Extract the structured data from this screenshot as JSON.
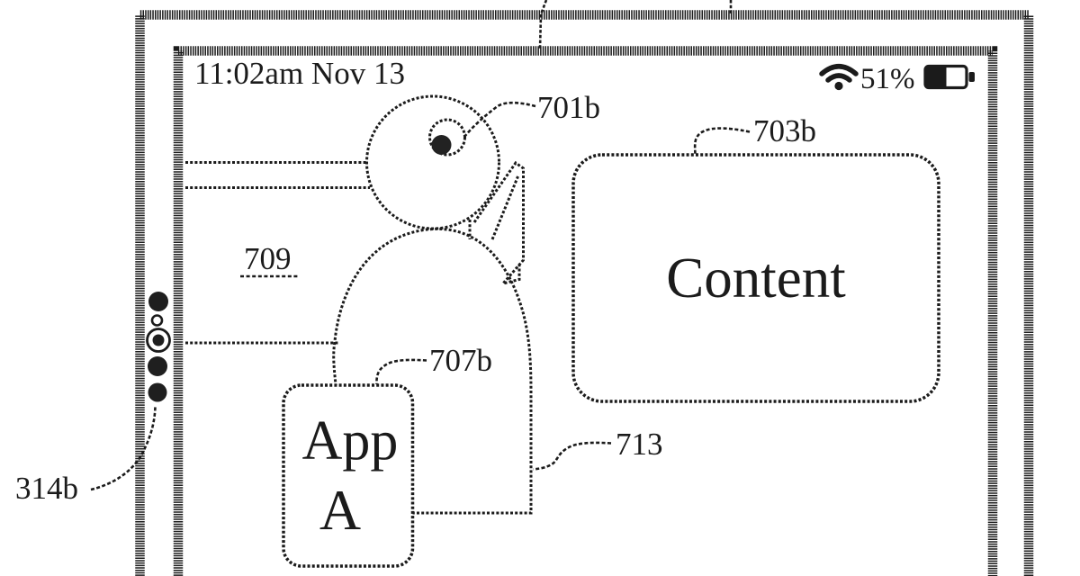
{
  "figure": {
    "device": {
      "status_bar": {
        "datetime": "11:02am Nov 13",
        "battery_percent": "51%",
        "wifi_icon": "wifi-icon",
        "battery_icon": "battery-icon"
      },
      "side_buttons": {
        "count": 5
      }
    },
    "screen": {
      "content_label": "Content",
      "app_line1": "App",
      "app_line2": "A"
    },
    "refs": {
      "r701b": "701b",
      "r703b": "703b",
      "r709": "709",
      "r707b": "707b",
      "r713": "713",
      "r314b": "314b"
    },
    "colors": {
      "ink": "#1b1b1b",
      "paper": "#ffffff"
    }
  }
}
